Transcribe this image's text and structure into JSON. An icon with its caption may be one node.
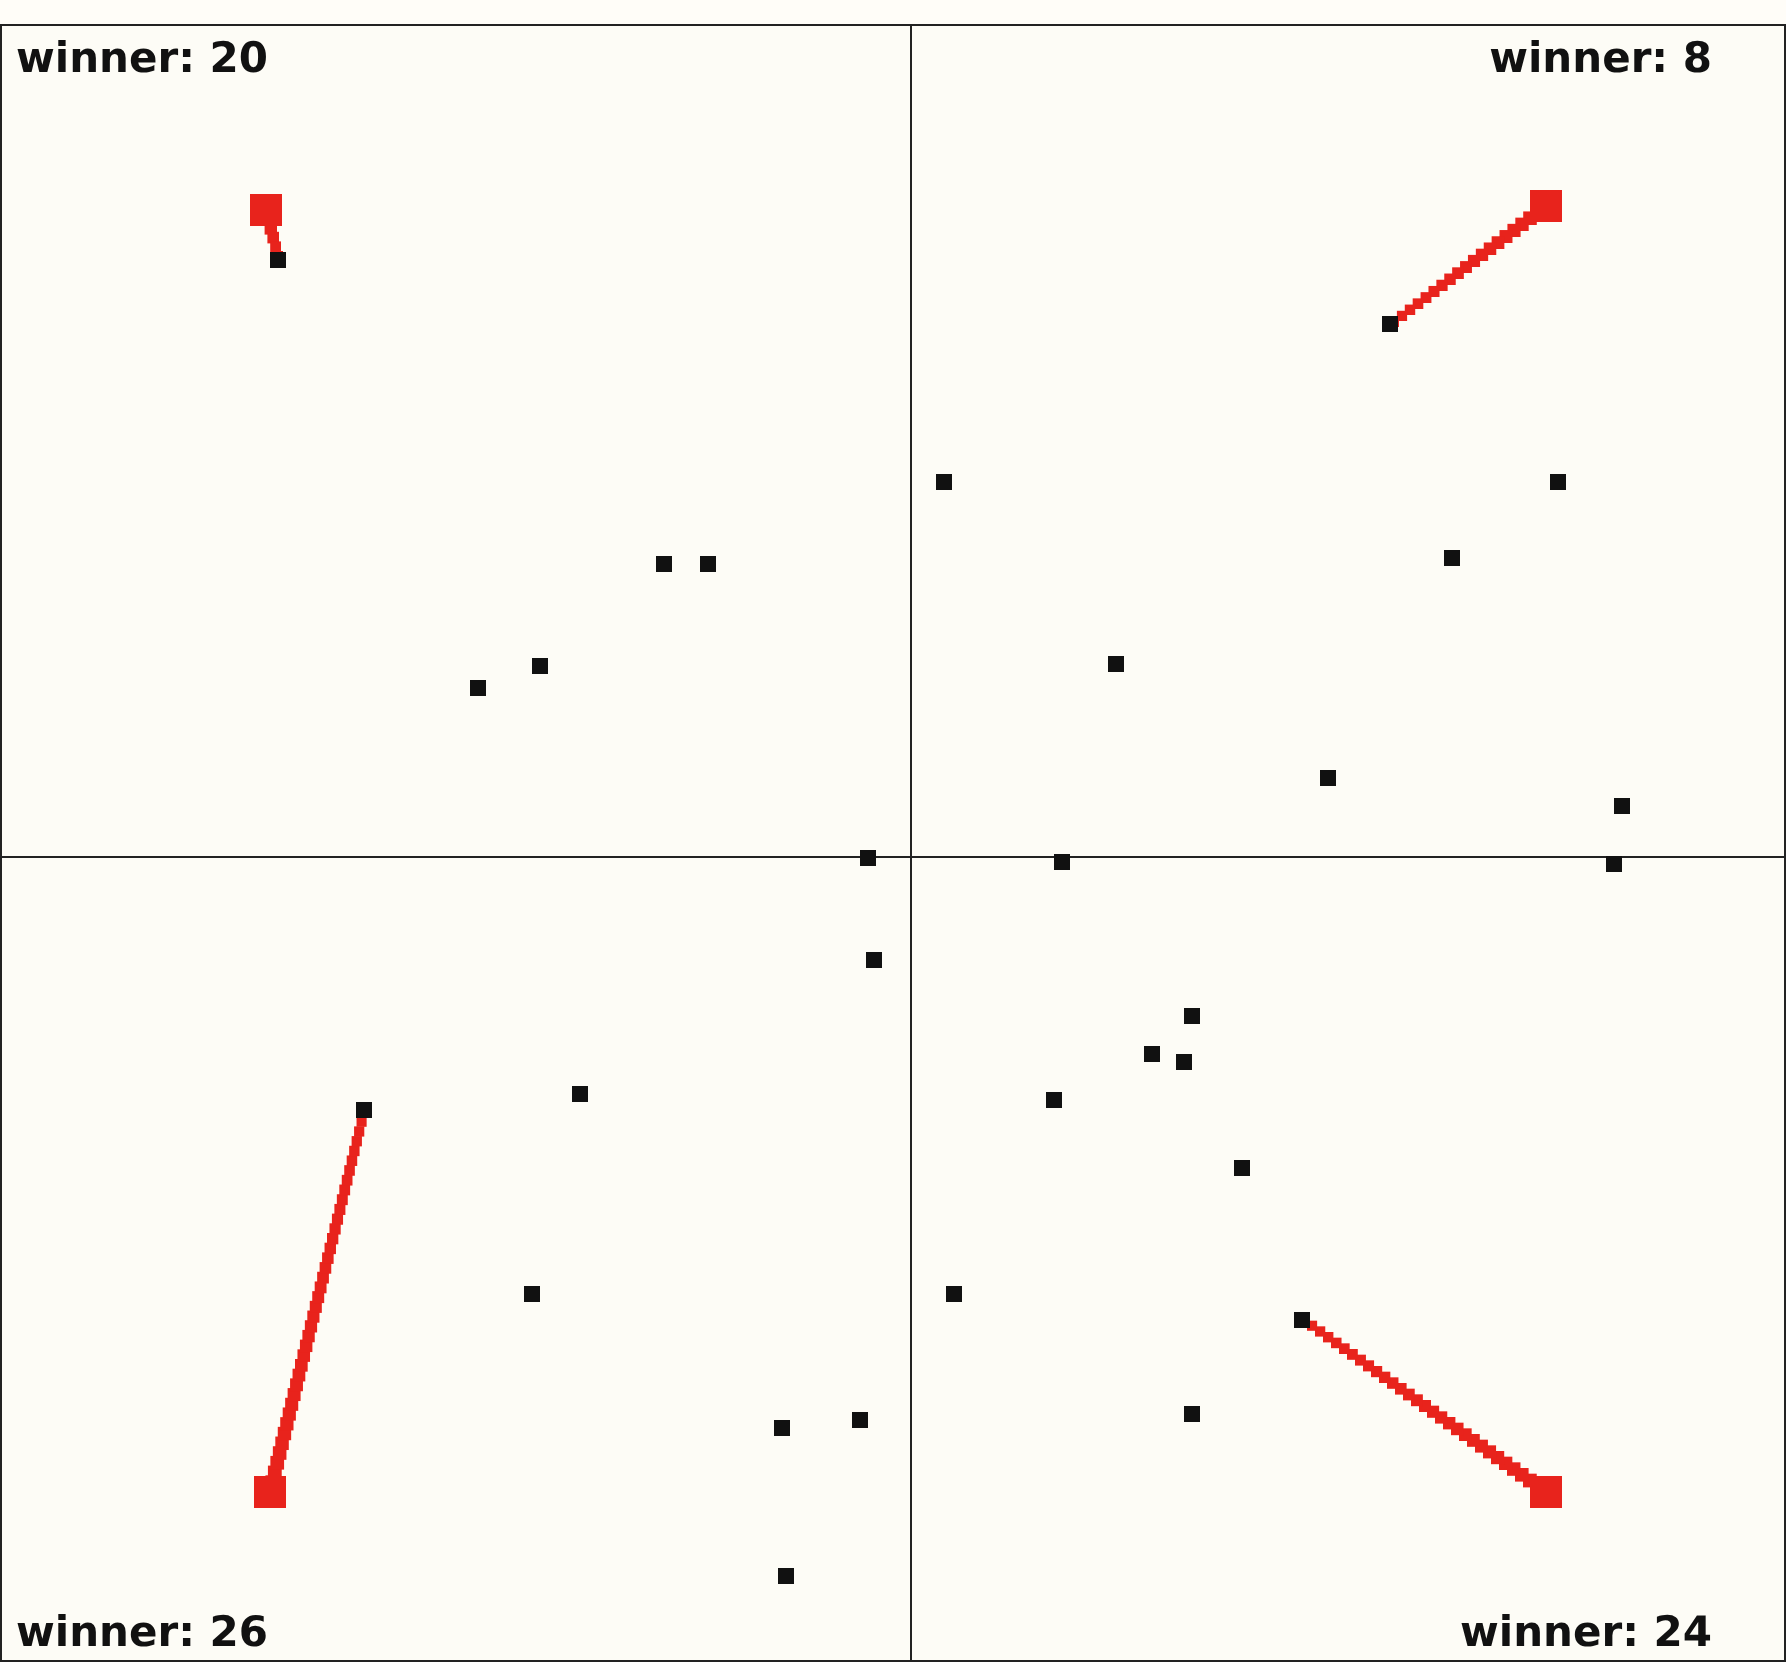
{
  "diagram": {
    "nodes": [
      {
        "text": [
          "winner: 20"
        ]
      },
      {
        "text": [
          "winner: 8"
        ]
      },
      {
        "text": [
          "winner: 26"
        ]
      },
      {
        "text": [
          "winner: 24"
        ]
      }
    ]
  }
}
